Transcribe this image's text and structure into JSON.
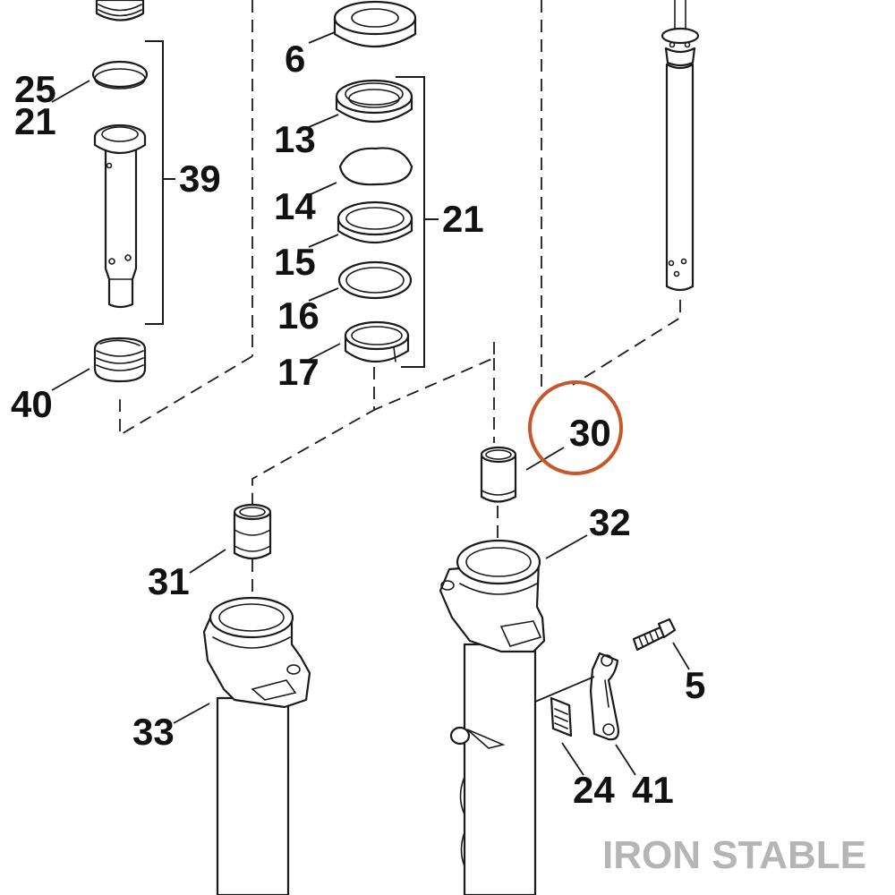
{
  "labels": {
    "p6": "6",
    "p13": "13",
    "p14": "14",
    "p15": "15",
    "p16": "16",
    "p17": "17",
    "p21_bracket": "21",
    "p25": "25",
    "p21_left": "21",
    "p39": "39",
    "p40": "40",
    "p30": "30",
    "p32": "32",
    "p31": "31",
    "p33": "33",
    "p5": "5",
    "p24": "24",
    "p41": "41"
  },
  "highlight": {
    "callout": "30",
    "color": "#c8572b"
  },
  "watermark": {
    "text": "IRON STABLE",
    "color": "#b5b5b5"
  }
}
